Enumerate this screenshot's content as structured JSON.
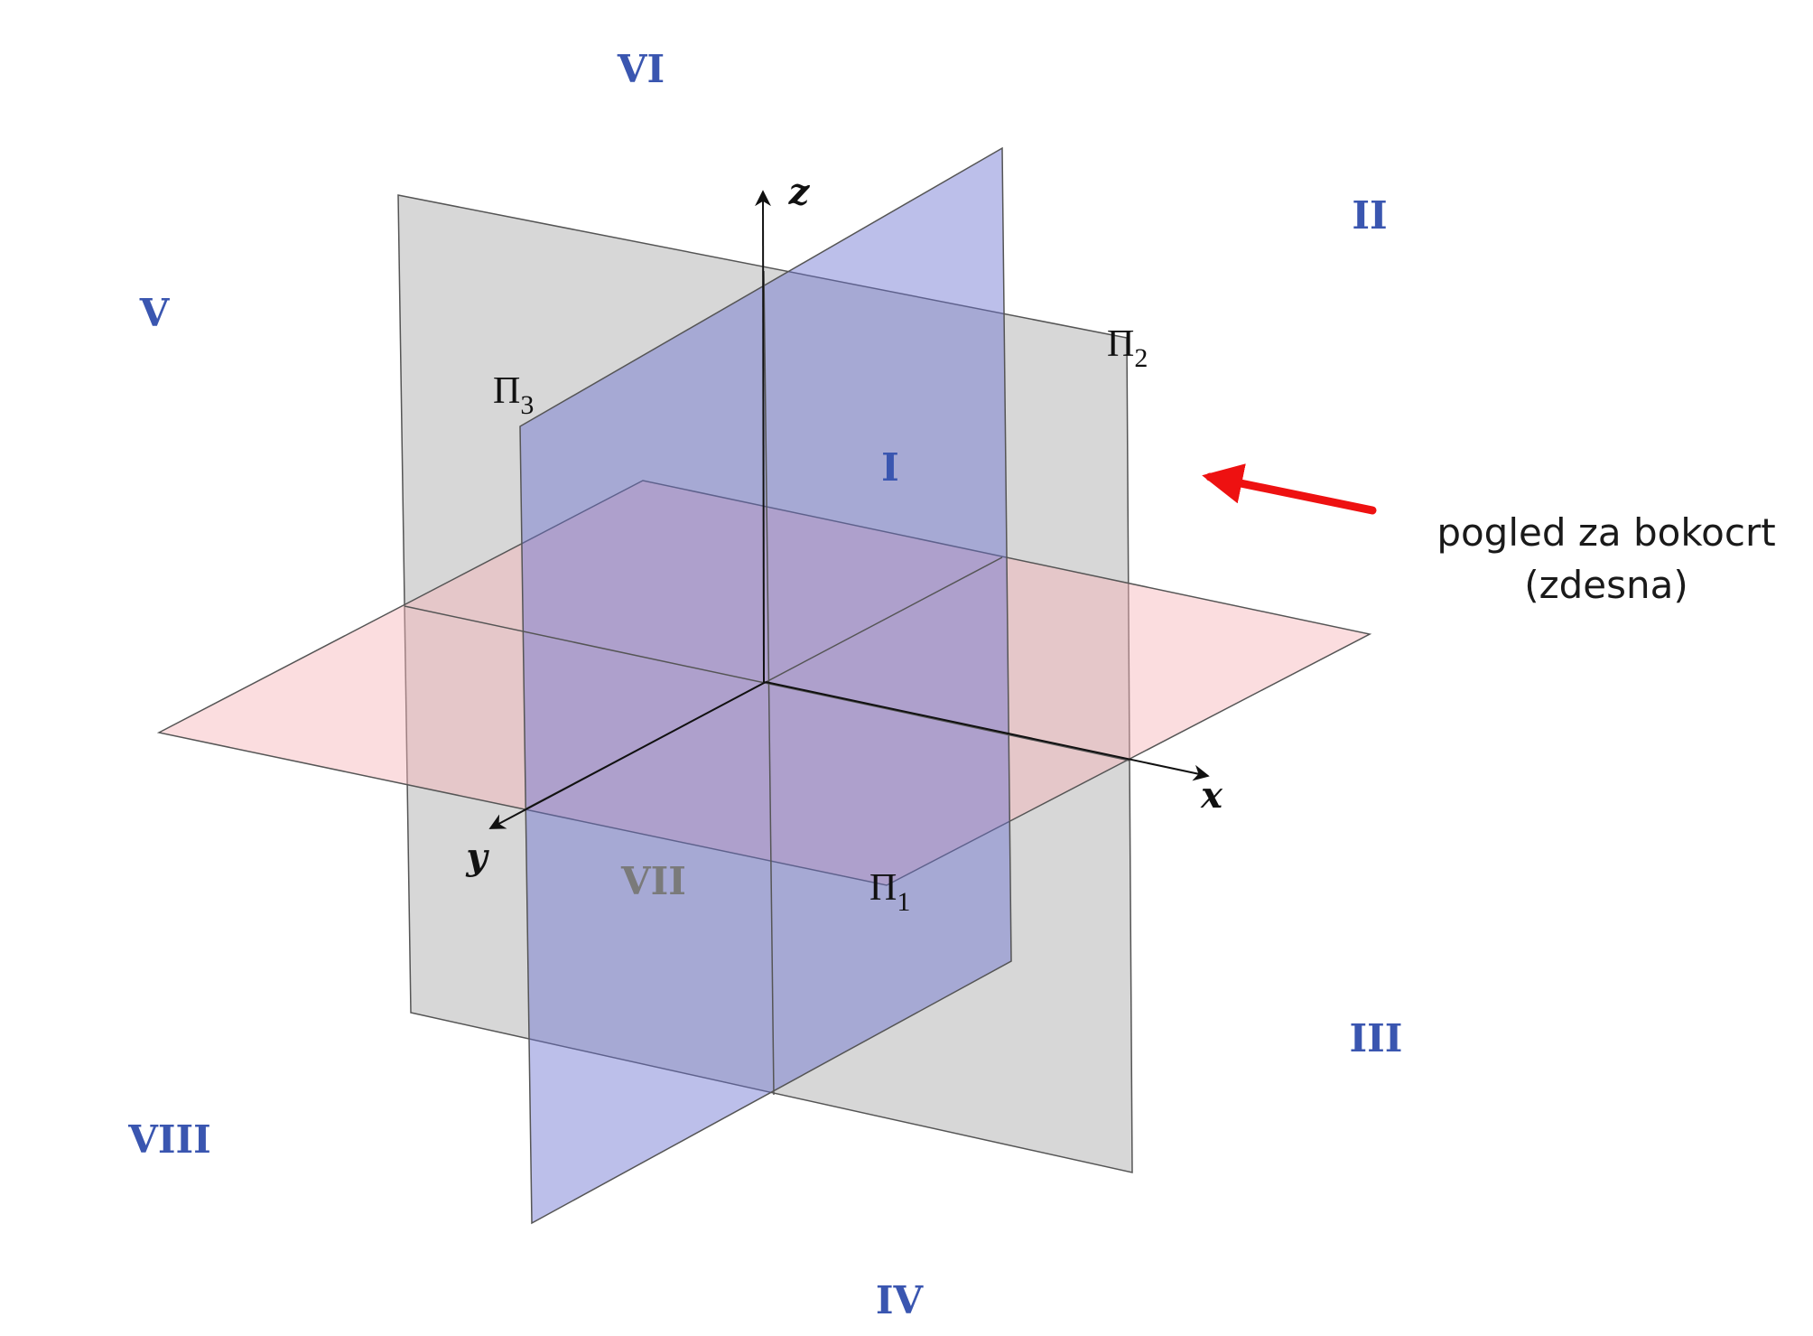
{
  "colors": {
    "plane_pi1": "#f7b4b8",
    "plane_pi2": "#a6a6a6",
    "plane_pi3": "#6b70d0",
    "octant_label": "#3a56b0",
    "octant_label_hidden": "#7a7a7a",
    "arrow": "#ee1111"
  },
  "axes": {
    "x": "x",
    "y": "y",
    "z": "z"
  },
  "planes": {
    "pi1": {
      "symbol": "Π",
      "subscript": "1"
    },
    "pi2": {
      "symbol": "Π",
      "subscript": "2"
    },
    "pi3": {
      "symbol": "Π",
      "subscript": "3"
    }
  },
  "octants": {
    "o1": "I",
    "o2": "II",
    "o3": "III",
    "o4": "IV",
    "o5": "V",
    "o6": "VI",
    "o7": "VII",
    "o8": "VIII"
  },
  "view_note": {
    "line1": "pogled za bokocrt",
    "line2": "(zdesna)"
  }
}
